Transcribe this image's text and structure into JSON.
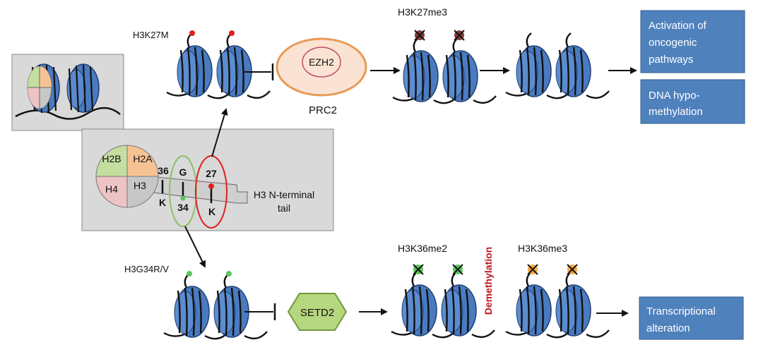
{
  "labels": {
    "h3k27m": "H3K27M",
    "h3g34rv": "H3G34R/V",
    "h3k27me3": "H3K27me3",
    "h3k36me2": "H3K36me2",
    "h3k36me3": "H3K36me3",
    "ezh2": "EZH2",
    "prc2": "PRC2",
    "setd2": "SETD2",
    "demethylation": "Demethylation",
    "h3_tail_line1": "H3 N-terminal",
    "h3_tail_line2": "tail"
  },
  "histones": {
    "h2b": "H2B",
    "h2a": "H2A",
    "h4": "H4",
    "h3": "H3"
  },
  "residues": {
    "k36_num": "36",
    "k36_letter": "K",
    "g34_num": "34",
    "g34_letter": "G",
    "k27_num": "27",
    "k27_letter": "K"
  },
  "outcomes": {
    "box1_line1": "Activation of",
    "box1_line2": "oncogenic",
    "box1_line3": "pathways",
    "box2_line1": "DNA hypo-",
    "box2_line2": "methylation",
    "box3_line1": "Transcriptional",
    "box3_line2": "alteration"
  },
  "colors": {
    "nucleosome": "#4a7bc0",
    "nucleosome_dark": "#1f3f77",
    "outcome_box": "#4f81bd",
    "ezh2_fill": "#fbe3d3",
    "ezh2_outline": "#e79a55",
    "setd2_fill": "#b5d77f",
    "red_mark": "#e02020",
    "green_mark": "#5cc45c",
    "dark_red_mark": "#8c3a3a",
    "orange_mark": "#f5a742",
    "demethylation_text": "#c0161d",
    "panel_gray": "#d9d9d9",
    "h2b": "#c4dea0",
    "h2a": "#f7c293",
    "h4": "#eec3c3",
    "h3": "#c7c7c7"
  }
}
